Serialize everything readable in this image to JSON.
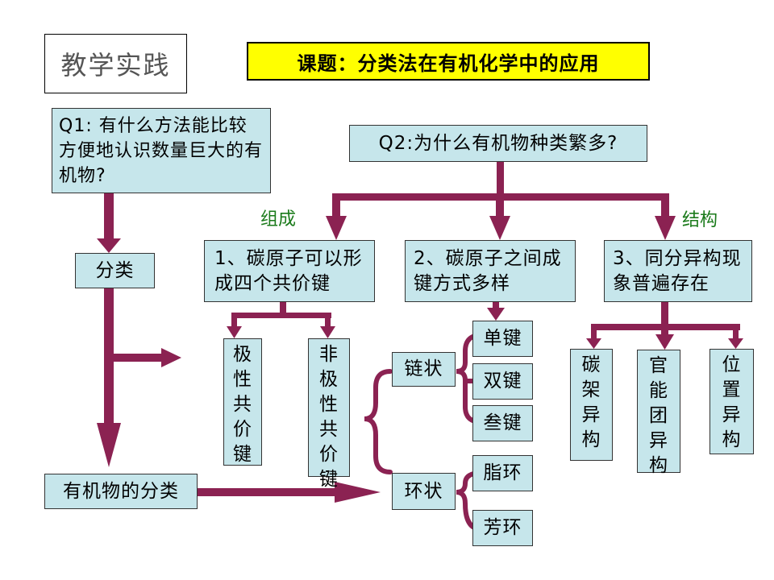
{
  "practice_label": "教学实践",
  "topic": "课题：分类法在有机化学中的应用",
  "q1": "Q1: 有什么方法能比较方便地认识数量巨大的有机物?",
  "q2": "Q2:为什么有机物种类繁多?",
  "classify": "分类",
  "organic_classification": "有机物的分类",
  "label_composition": "组成",
  "label_structure": "结构",
  "reason1": "1、碳原子可以形成四个共价键",
  "reason2": "2、碳原子之间成键方式多样",
  "reason3": "3、同分异构现象普遍存在",
  "polar_bond": "极性共价键",
  "nonpolar_bond": "非极性共价键",
  "chain": "链状",
  "ring": "环状",
  "single_bond": "单键",
  "double_bond": "双键",
  "triple_bond": "叁键",
  "alicyclic": "脂环",
  "aromatic": "芳环",
  "carbon_skeleton_isomer": "碳架异构",
  "functional_group_isomer": "官能团异构",
  "position_isomer": "位置异构",
  "colors": {
    "box_fill": "#c6e6eb",
    "arrow": "#8b2252",
    "topic_fill": "#ffff00",
    "label_green": "#1a7a1a",
    "practice_text": "#555555"
  }
}
